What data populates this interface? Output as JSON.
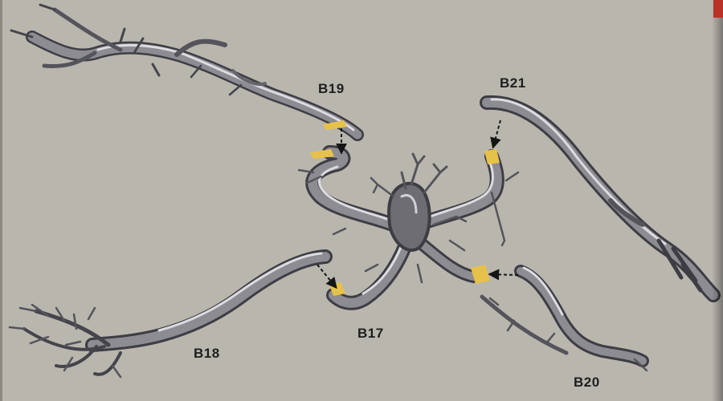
{
  "colors": {
    "background": "#b9b6ae",
    "branch_fill": "#8d8c92",
    "branch_dark": "#3e3d44",
    "branch_highlight": "#d9d8dc",
    "joint_yellow": "#e7c24a",
    "label": "#1e1e1e",
    "arrow": "#151515"
  },
  "labels": {
    "b17": "B17",
    "b18": "B18",
    "b19": "B19",
    "b20": "B20",
    "b21": "B21"
  },
  "pieces": [
    {
      "id": "B17",
      "role": "central trunk"
    },
    {
      "id": "B18",
      "role": "lower-left branch"
    },
    {
      "id": "B19",
      "role": "upper-left branch"
    },
    {
      "id": "B20",
      "role": "lower-right branch"
    },
    {
      "id": "B21",
      "role": "upper-right branch"
    }
  ],
  "arrows": [
    {
      "from": "B19",
      "to": "B17"
    },
    {
      "from": "B18",
      "to": "B17"
    },
    {
      "from": "B20",
      "to": "B17"
    },
    {
      "from": "B21",
      "to": "B17"
    }
  ]
}
